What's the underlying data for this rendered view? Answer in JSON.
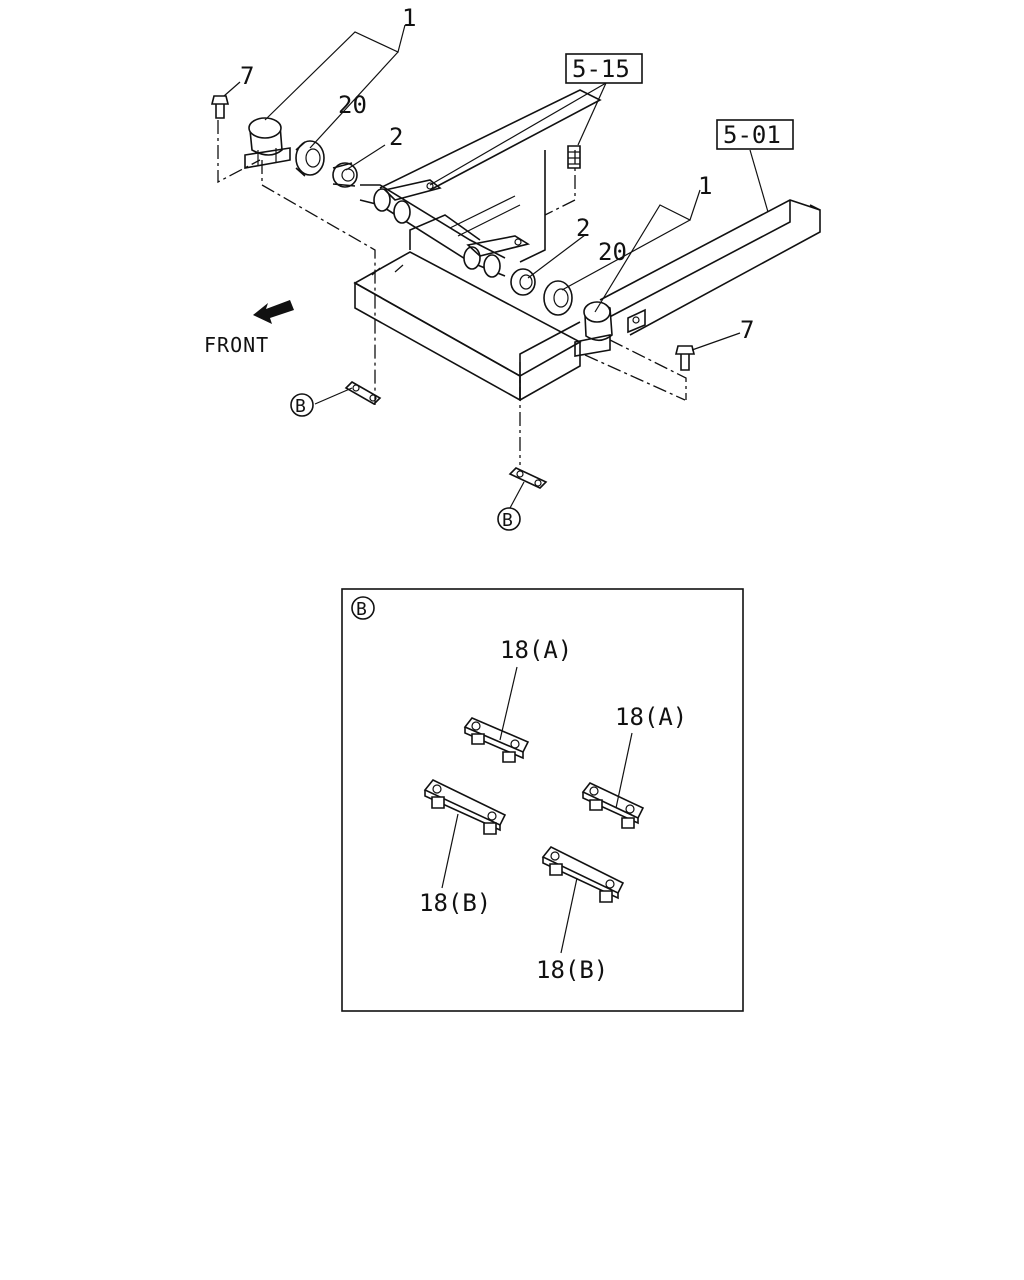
{
  "diagram": {
    "callouts": {
      "c1_top": "1",
      "c20_top": "20",
      "c2_top": "2",
      "c7_left": "7",
      "c1_right": "1",
      "c2_right": "2",
      "c20_right": "20",
      "c7_right": "7"
    },
    "references": {
      "ref_515": "5-15",
      "ref_501": "5-01"
    },
    "direction_label": "FRONT",
    "detail_markers": {
      "left": "B",
      "bottom": "B"
    },
    "detail_box": {
      "marker": "B",
      "labels": {
        "a1": "18(A)",
        "a2": "18(A)",
        "b1": "18(B)",
        "b2": "18(B)"
      }
    }
  }
}
